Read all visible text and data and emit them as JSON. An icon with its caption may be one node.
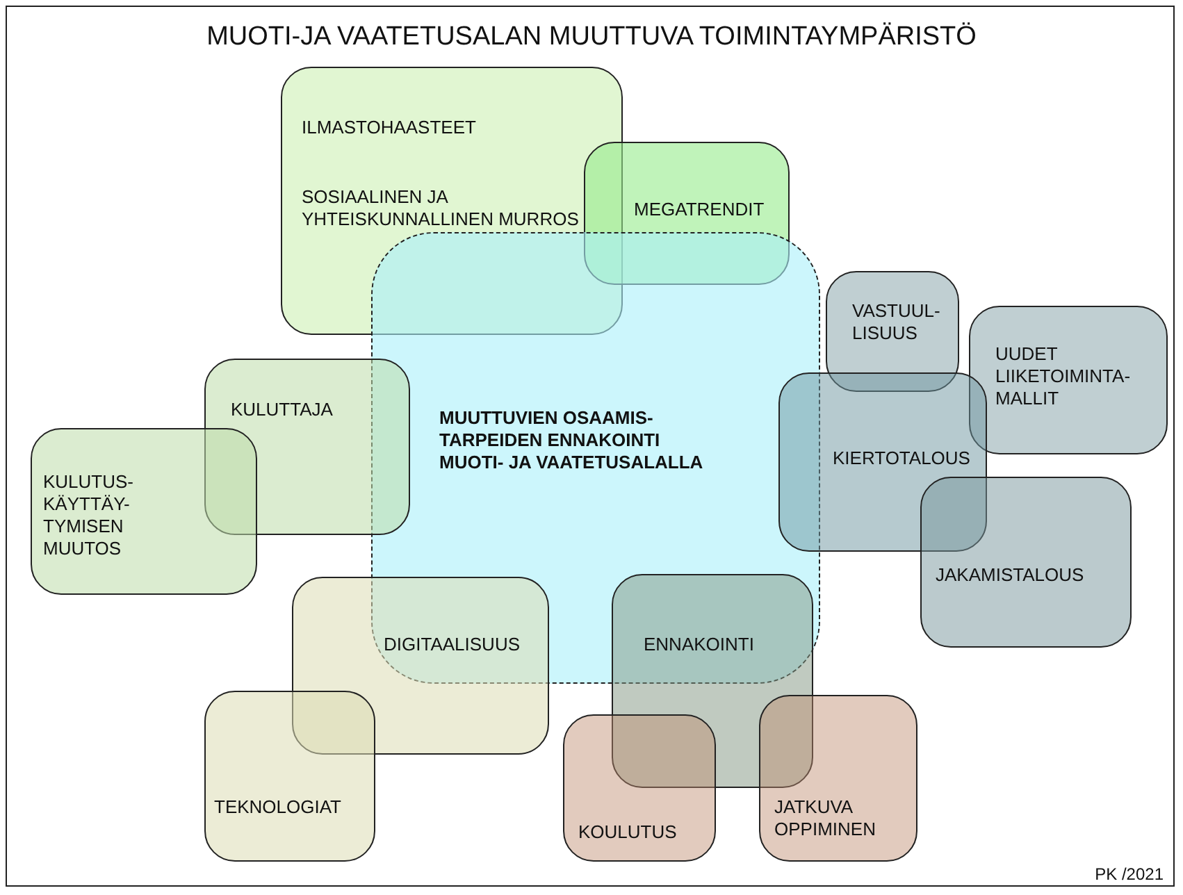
{
  "diagram": {
    "title": "MUOTI-JA VAATETUSALAN MUUTTUVA TOIMINTAYMPÄRISTÖ",
    "nodes": [
      {
        "text": [
          "ILMASTOHAASTEET",
          "SOSIAALINEN JA YHTEISKUNNALLINEN MURROS"
        ]
      },
      {
        "text": [
          "MEGATRENDIT"
        ]
      },
      {
        "text": [
          "MUUTTUVIEN OSAAMIS- TARPEIDEN ENNAKOINTI MUOTI- JA VAATETUSALALLA"
        ]
      },
      {
        "text": [
          "VASTUUL- LISUUS"
        ]
      },
      {
        "text": [
          "UUDET LIIKETOIMINTA- MALLIT"
        ]
      },
      {
        "text": [
          "KULUTTAJA"
        ]
      },
      {
        "text": [
          "KIERTOTALOUS"
        ]
      },
      {
        "text": [
          "KULUTUS- KÄYTTÄY- TYMISEN MUUTOS"
        ]
      },
      {
        "text": [
          "JAKAMISTALOUS"
        ]
      },
      {
        "text": [
          "DIGITAALISUUS"
        ]
      },
      {
        "text": [
          "ENNAKOINTI"
        ]
      },
      {
        "text": [
          "TEKNOLOGIAT"
        ]
      },
      {
        "text": [
          "JATKUVA OPPIMINEN"
        ]
      },
      {
        "text": [
          "KOULUTUS"
        ]
      }
    ],
    "labels": [
      "PK /2021"
    ]
  }
}
